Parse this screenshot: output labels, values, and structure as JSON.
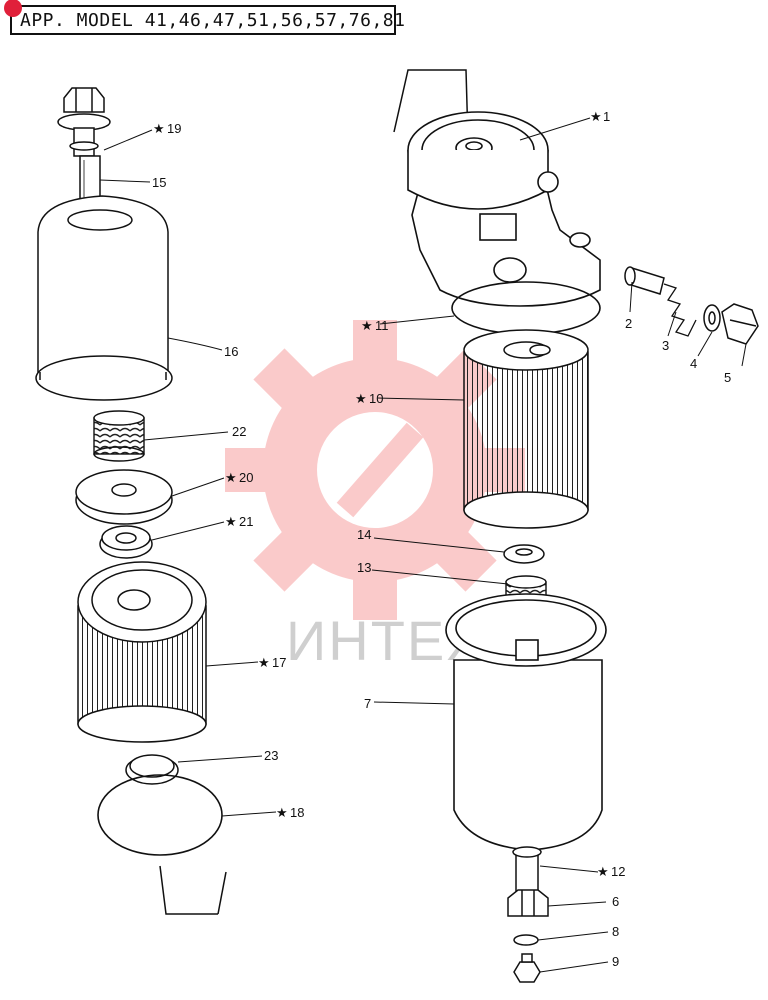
{
  "header": {
    "model_text": "APP. MODEL  41,46,47,51,56,57,76,81"
  },
  "watermark": {
    "text": "ИНТЕХ",
    "color": "#f7a0a0"
  },
  "colors": {
    "ink": "#111111",
    "badge": "#e0203a",
    "watermark": "#f7a0a0"
  },
  "callouts": [
    {
      "id": "c19",
      "text": "19",
      "star": true
    },
    {
      "id": "c15",
      "text": "15",
      "star": false
    },
    {
      "id": "c16",
      "text": "16",
      "star": false
    },
    {
      "id": "c22",
      "text": "22",
      "star": false
    },
    {
      "id": "c20",
      "text": "20",
      "star": true
    },
    {
      "id": "c21",
      "text": "21",
      "star": true
    },
    {
      "id": "c17",
      "text": "17",
      "star": true
    },
    {
      "id": "c23",
      "text": "23",
      "star": false
    },
    {
      "id": "c18",
      "text": "18",
      "star": true
    },
    {
      "id": "c1",
      "text": "1",
      "star": true
    },
    {
      "id": "c2",
      "text": "2",
      "star": false
    },
    {
      "id": "c3",
      "text": "3",
      "star": false
    },
    {
      "id": "c4",
      "text": "4",
      "star": false
    },
    {
      "id": "c5",
      "text": "5",
      "star": false
    },
    {
      "id": "c11",
      "text": "11",
      "star": true
    },
    {
      "id": "c10",
      "text": "10",
      "star": true
    },
    {
      "id": "c14",
      "text": "14",
      "star": false
    },
    {
      "id": "c13",
      "text": "13",
      "star": false
    },
    {
      "id": "c7",
      "text": "7",
      "star": false
    },
    {
      "id": "c12",
      "text": "12",
      "star": true
    },
    {
      "id": "c6",
      "text": "6",
      "star": false
    },
    {
      "id": "c8",
      "text": "8",
      "star": false
    },
    {
      "id": "c9",
      "text": "9",
      "star": false
    }
  ]
}
